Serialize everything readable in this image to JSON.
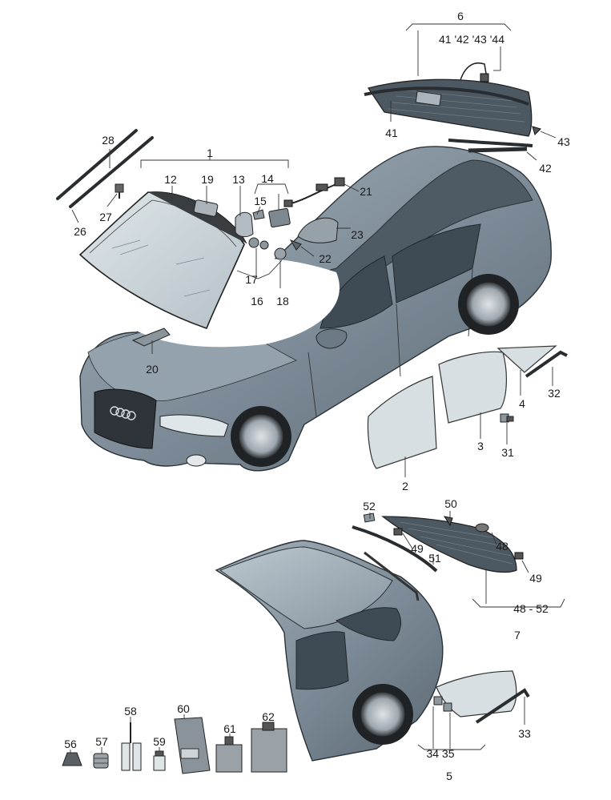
{
  "callouts": [
    {
      "id": "c1",
      "text": "1"
    },
    {
      "id": "c2",
      "text": "2"
    },
    {
      "id": "c3",
      "text": "3"
    },
    {
      "id": "c4",
      "text": "4"
    },
    {
      "id": "c5",
      "text": "5"
    },
    {
      "id": "c6",
      "text": "6"
    },
    {
      "id": "c6sub",
      "text": "41 '42 '43 '44"
    },
    {
      "id": "c7",
      "text": "7"
    },
    {
      "id": "c12",
      "text": "12"
    },
    {
      "id": "c13",
      "text": "13"
    },
    {
      "id": "c14",
      "text": "14"
    },
    {
      "id": "c15",
      "text": "15"
    },
    {
      "id": "c16",
      "text": "16"
    },
    {
      "id": "c17",
      "text": "17"
    },
    {
      "id": "c18",
      "text": "18"
    },
    {
      "id": "c19",
      "text": "19"
    },
    {
      "id": "c20",
      "text": "20"
    },
    {
      "id": "c21",
      "text": "21"
    },
    {
      "id": "c22",
      "text": "22"
    },
    {
      "id": "c23",
      "text": "23"
    },
    {
      "id": "c26",
      "text": "26"
    },
    {
      "id": "c27",
      "text": "27"
    },
    {
      "id": "c28",
      "text": "28"
    },
    {
      "id": "c31",
      "text": "31"
    },
    {
      "id": "c32",
      "text": "32"
    },
    {
      "id": "c33",
      "text": "33"
    },
    {
      "id": "c3435",
      "text": "34 35"
    },
    {
      "id": "c41",
      "text": "41"
    },
    {
      "id": "c42",
      "text": "42"
    },
    {
      "id": "c43",
      "text": "43"
    },
    {
      "id": "c48",
      "text": "48"
    },
    {
      "id": "c4852",
      "text": "48 - 52"
    },
    {
      "id": "c49a",
      "text": "49"
    },
    {
      "id": "c49b",
      "text": "49"
    },
    {
      "id": "c50",
      "text": "50"
    },
    {
      "id": "c51",
      "text": "51"
    },
    {
      "id": "c52",
      "text": "52"
    },
    {
      "id": "c56",
      "text": "56"
    },
    {
      "id": "c57",
      "text": "57"
    },
    {
      "id": "c58",
      "text": "58"
    },
    {
      "id": "c59",
      "text": "59"
    },
    {
      "id": "c60",
      "text": "60"
    },
    {
      "id": "c61",
      "text": "61"
    },
    {
      "id": "c62",
      "text": "62"
    }
  ],
  "colors": {
    "car_body": "#7b8a96",
    "car_dark": "#55626d",
    "glass": "#c8d3d8",
    "label": "#1a1a1a"
  }
}
